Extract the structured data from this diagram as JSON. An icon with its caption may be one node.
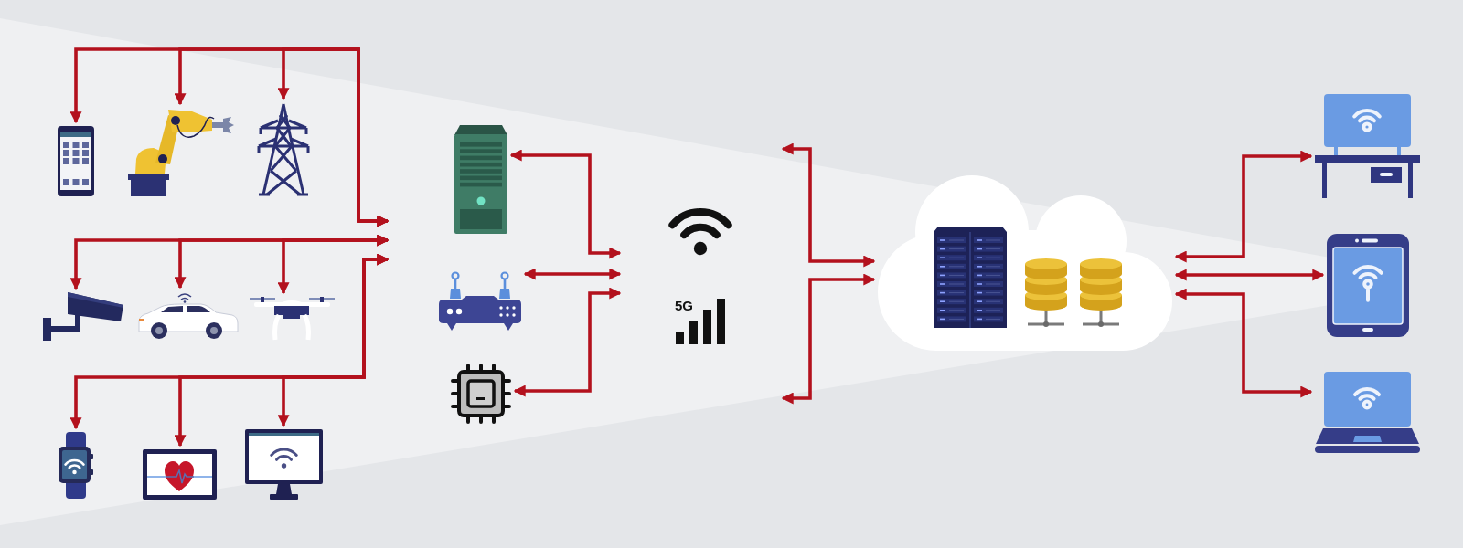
{
  "diagram": {
    "nodes": [
      {
        "text": [],
        "shape": "picture"
      },
      {
        "text": [],
        "shape": "picture"
      },
      {
        "text": [],
        "shape": "picture"
      },
      {
        "text": [],
        "shape": "picture"
      },
      {
        "text": [],
        "shape": "picture"
      },
      {
        "text": [],
        "shape": "picture"
      },
      {
        "text": [],
        "shape": "picture"
      },
      {
        "text": [],
        "shape": "picture"
      },
      {
        "text": [],
        "shape": "picture"
      },
      {
        "text": [],
        "shape": "picture"
      },
      {
        "text": [],
        "shape": "picture"
      },
      {
        "text": [],
        "shape": "picture"
      },
      {
        "text": [],
        "shape": "picture"
      },
      {
        "text": [
          "5G"
        ]
      },
      {
        "text": [],
        "shape": "cloud"
      },
      {
        "text": [],
        "shape": "picture"
      },
      {
        "text": [],
        "shape": "picture"
      },
      {
        "text": [],
        "shape": "picture"
      }
    ],
    "edges": [
      {
        "from": 0,
        "to": null,
        "arrow": "both"
      },
      {
        "from": 1,
        "to": null,
        "arrow": "both"
      },
      {
        "from": 2,
        "to": null,
        "arrow": "both"
      },
      {
        "from": 3,
        "to": null,
        "arrow": "both"
      },
      {
        "from": 4,
        "to": null,
        "arrow": "both"
      },
      {
        "from": 5,
        "to": null,
        "arrow": "both"
      },
      {
        "from": 6,
        "to": null,
        "arrow": "both"
      },
      {
        "from": 7,
        "to": null,
        "arrow": "both"
      },
      {
        "from": 8,
        "to": null,
        "arrow": "both"
      },
      {
        "from": 9,
        "to": null,
        "arrow": "both"
      },
      {
        "from": 10,
        "to": null,
        "arrow": "both"
      },
      {
        "from": 11,
        "to": null,
        "arrow": "both"
      },
      {
        "from": null,
        "to": 14,
        "arrow": "both"
      },
      {
        "from": null,
        "to": 14,
        "arrow": "both"
      },
      {
        "from": 14,
        "to": 15,
        "arrow": "both"
      },
      {
        "from": 14,
        "to": 16,
        "arrow": "both"
      },
      {
        "from": 14,
        "to": 17,
        "arrow": "both"
      }
    ]
  }
}
